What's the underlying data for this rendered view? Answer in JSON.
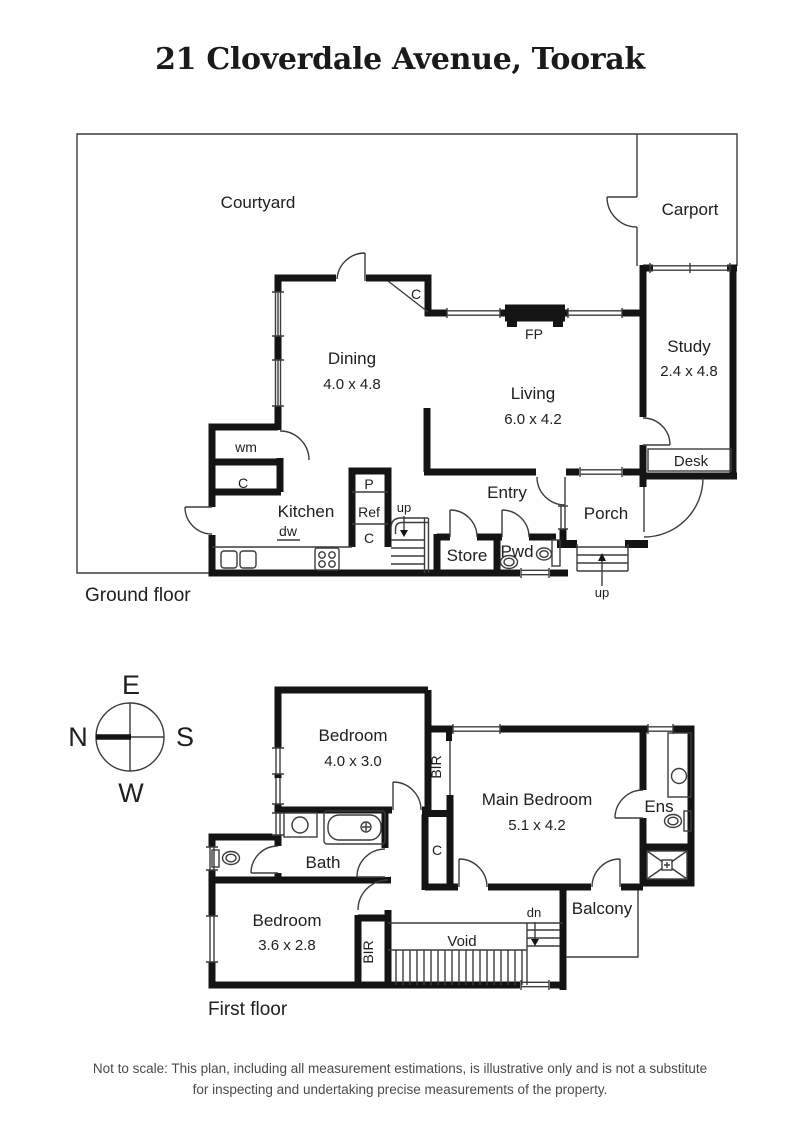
{
  "title": "21 Cloverdale Avenue, Toorak",
  "ground_floor": {
    "label": "Ground floor",
    "areas": {
      "courtyard": "Courtyard",
      "carport": "Carport",
      "dining": {
        "name": "Dining",
        "dims": "4.0 x 4.8"
      },
      "living": {
        "name": "Living",
        "dims": "6.0 x 4.2"
      },
      "study": {
        "name": "Study",
        "dims": "2.4 x 4.8"
      },
      "kitchen": {
        "name": "Kitchen"
      },
      "entry": "Entry",
      "porch": "Porch",
      "store": "Store",
      "powder": "Pwd",
      "desk": "Desk",
      "fireplace": "FP",
      "washing_machine": "wm",
      "closet_dining": "C",
      "closet_laundry": "C",
      "closet_kitchen": "C",
      "pantry": "P",
      "fridge": "Ref",
      "dishwasher": "dw",
      "stairs_up_inner": "up",
      "stairs_up_porch": "up"
    }
  },
  "first_floor": {
    "label": "First floor",
    "areas": {
      "bedroom1": {
        "name": "Bedroom",
        "dims": "4.0 x 3.0"
      },
      "main_bedroom": {
        "name": "Main Bedroom",
        "dims": "5.1 x 4.2"
      },
      "bedroom2": {
        "name": "Bedroom",
        "dims": "3.6 x 2.8"
      },
      "bath": "Bath",
      "ensuite": "Ens",
      "balcony": "Balcony",
      "void": "Void",
      "robe1": "BIR",
      "robe2": "BIR",
      "closet": "C",
      "stairs_down": "dn"
    }
  },
  "compass": {
    "north": "N",
    "east": "E",
    "south": "S",
    "west": "W"
  },
  "footer": {
    "line1": "Not to scale: This plan, including all measurement estimations, is illustrative only and is not a substitute",
    "line2": "for inspecting and undertaking precise measurements of the property."
  }
}
